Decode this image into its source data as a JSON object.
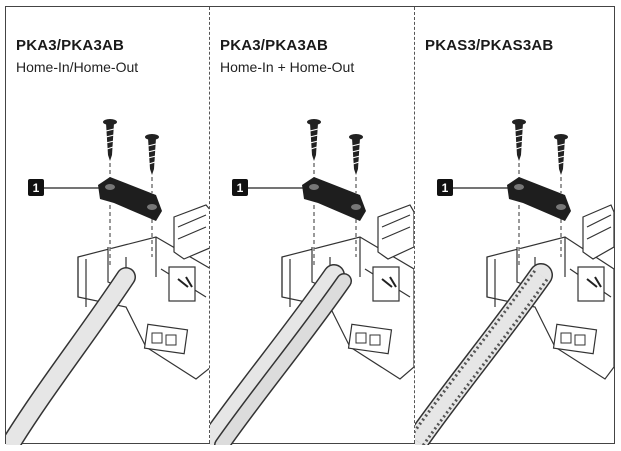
{
  "panels": [
    {
      "title": "PKA3/PKA3AB",
      "subtitle": "Home-In/Home-Out",
      "callout": "1",
      "cable": "single"
    },
    {
      "title": "PKA3/PKA3AB",
      "subtitle": "Home-In + Home-Out",
      "callout": "1",
      "cable": "double"
    },
    {
      "title": "PKAS3/PKAS3AB",
      "subtitle": "",
      "callout": "1",
      "cable": "shielded"
    }
  ],
  "colors": {
    "line": "#333333",
    "bracket": "#1e1e1e",
    "cable": "#e6e6e6",
    "badge": "#111111"
  },
  "icons": [
    "screw-icon",
    "bracket-icon",
    "terminal-block-icon",
    "cable-icon",
    "callout-badge"
  ]
}
